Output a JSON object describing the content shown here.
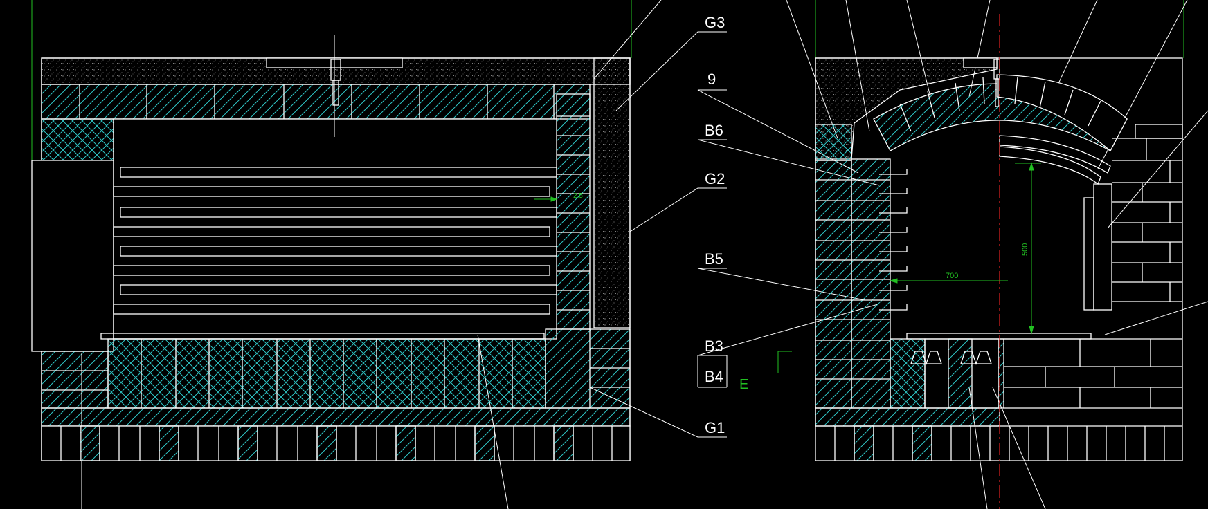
{
  "drawing": {
    "colors": {
      "background": "#000000",
      "outline": "#ffffff",
      "hatch": "#2ec4c4",
      "centerline": "#d21f1f",
      "dimension": "#22c022",
      "insulation_dots": "#bfbfbf"
    },
    "labels": {
      "g3": "G3",
      "g2": "G2",
      "g1": "G1",
      "nine": "9",
      "b6": "B6",
      "b5": "B5",
      "b3": "B3",
      "b4": "B4",
      "e": "E"
    },
    "dimensions": {
      "side_clearance": "2.5",
      "half_width": "700",
      "height": "500"
    }
  }
}
